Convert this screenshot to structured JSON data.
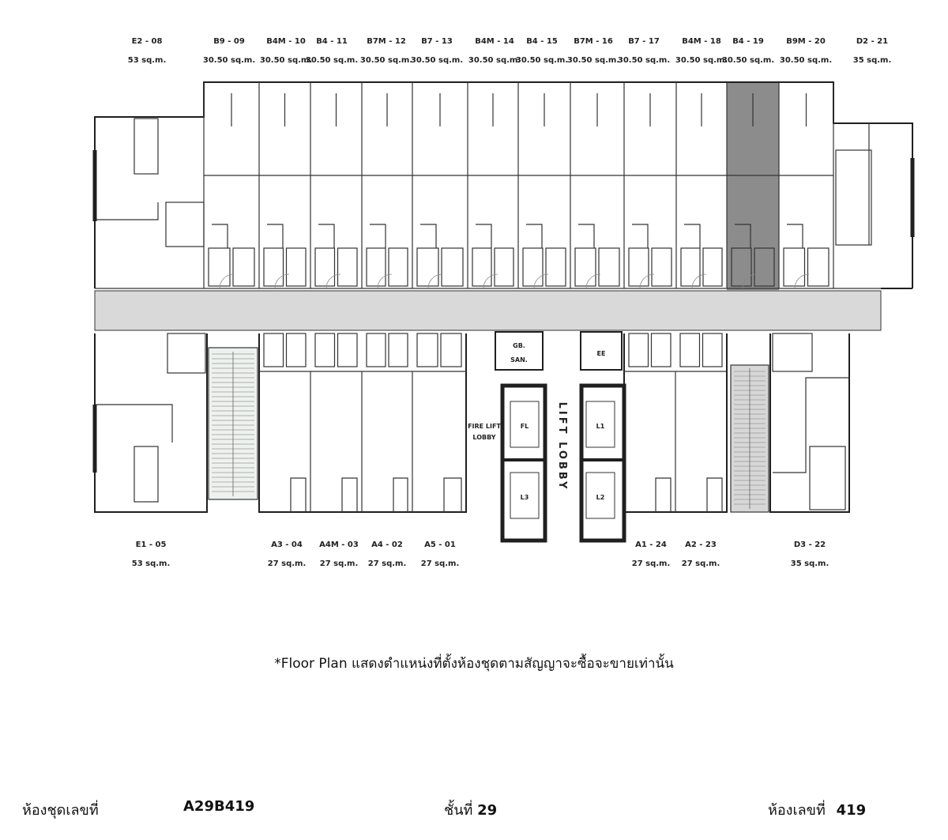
{
  "top_units": [
    {
      "code": "E2 - 08",
      "area": "53 sq.m."
    },
    {
      "code": "B9 - 09",
      "area": "30.50 sq.m."
    },
    {
      "code": "B4M - 10",
      "area": "30.50 sq.m."
    },
    {
      "code": "B4 - 11",
      "area": "30.50 sq.m."
    },
    {
      "code": "B7M - 12",
      "area": "30.50 sq.m."
    },
    {
      "code": "B7 - 13",
      "area": "30.50 sq.m."
    },
    {
      "code": "B4M - 14",
      "area": "30.50 sq.m."
    },
    {
      "code": "B4 - 15",
      "area": "30.50 sq.m."
    },
    {
      "code": "B7M - 16",
      "area": "30.50 sq.m."
    },
    {
      "code": "B7 - 17",
      "area": "30.50 sq.m."
    },
    {
      "code": "B4M - 18",
      "area": "30.50 sq.m."
    },
    {
      "code": "B4 - 19",
      "area": "30.50 sq.m."
    },
    {
      "code": "B9M - 20",
      "area": "30.50 sq.m."
    },
    {
      "code": "D2 - 21",
      "area": "35 sq.m."
    }
  ],
  "bottom_units": [
    {
      "code": "E1 - 05",
      "area": "53 sq.m."
    },
    {
      "code": "A3 - 04",
      "area": "27 sq.m."
    },
    {
      "code": "A4M - 03",
      "area": "27 sq.m."
    },
    {
      "code": "A4 - 02",
      "area": "27 sq.m."
    },
    {
      "code": "A5 - 01",
      "area": "27 sq.m."
    },
    {
      "code": "A1 - 24",
      "area": "27 sq.m."
    },
    {
      "code": "A2 - 23",
      "area": "27 sq.m."
    },
    {
      "code": "D3 - 22",
      "area": "35 sq.m."
    }
  ],
  "core": {
    "gb_san": [
      "GB.",
      "SAN."
    ],
    "ee": "EE",
    "fire_lift_lobby": [
      "FIRE LIFT",
      "LOBBY"
    ],
    "lift_lobby": "LIFT LOBBY",
    "lifts": [
      "FL",
      "L1",
      "L2",
      "L3"
    ]
  },
  "highlighted_unit": "B4 - 19",
  "colors": {
    "highlight": "#8c8c8c",
    "corridor": "#d9d9d9",
    "wall": "#1f1f1f"
  },
  "note": "*Floor Plan แสดงตำแหน่งที่ตั้งห้องชุดตามสัญญาจะซื้อจะขายเท่านั้น",
  "footer": {
    "unit_no_label": "ห้องชุดเลขที่",
    "unit_no_value": "A29B419",
    "floor_label": "ชั้นที่",
    "floor_value": "29",
    "room_no_label": "ห้องเลขที่",
    "room_no_value": "419"
  }
}
